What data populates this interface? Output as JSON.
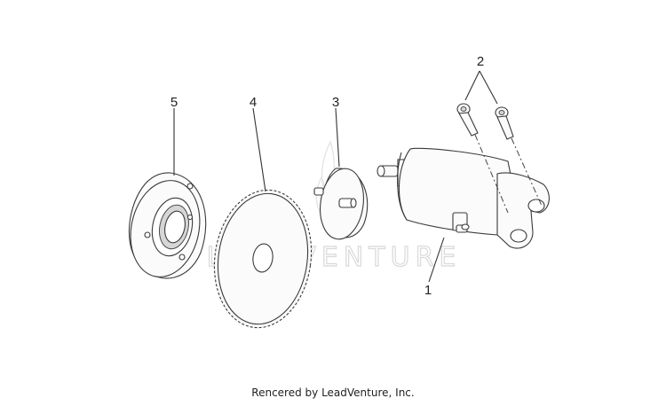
{
  "diagram": {
    "watermark": "LEADVENTURE",
    "footer": "Rencered by LeadVenture, Inc.",
    "callouts": [
      "1",
      "2",
      "3",
      "4",
      "5"
    ],
    "colors": {
      "line": "#333333",
      "fill": "#fbfbfb",
      "watermark": "#d9d9d9"
    }
  }
}
